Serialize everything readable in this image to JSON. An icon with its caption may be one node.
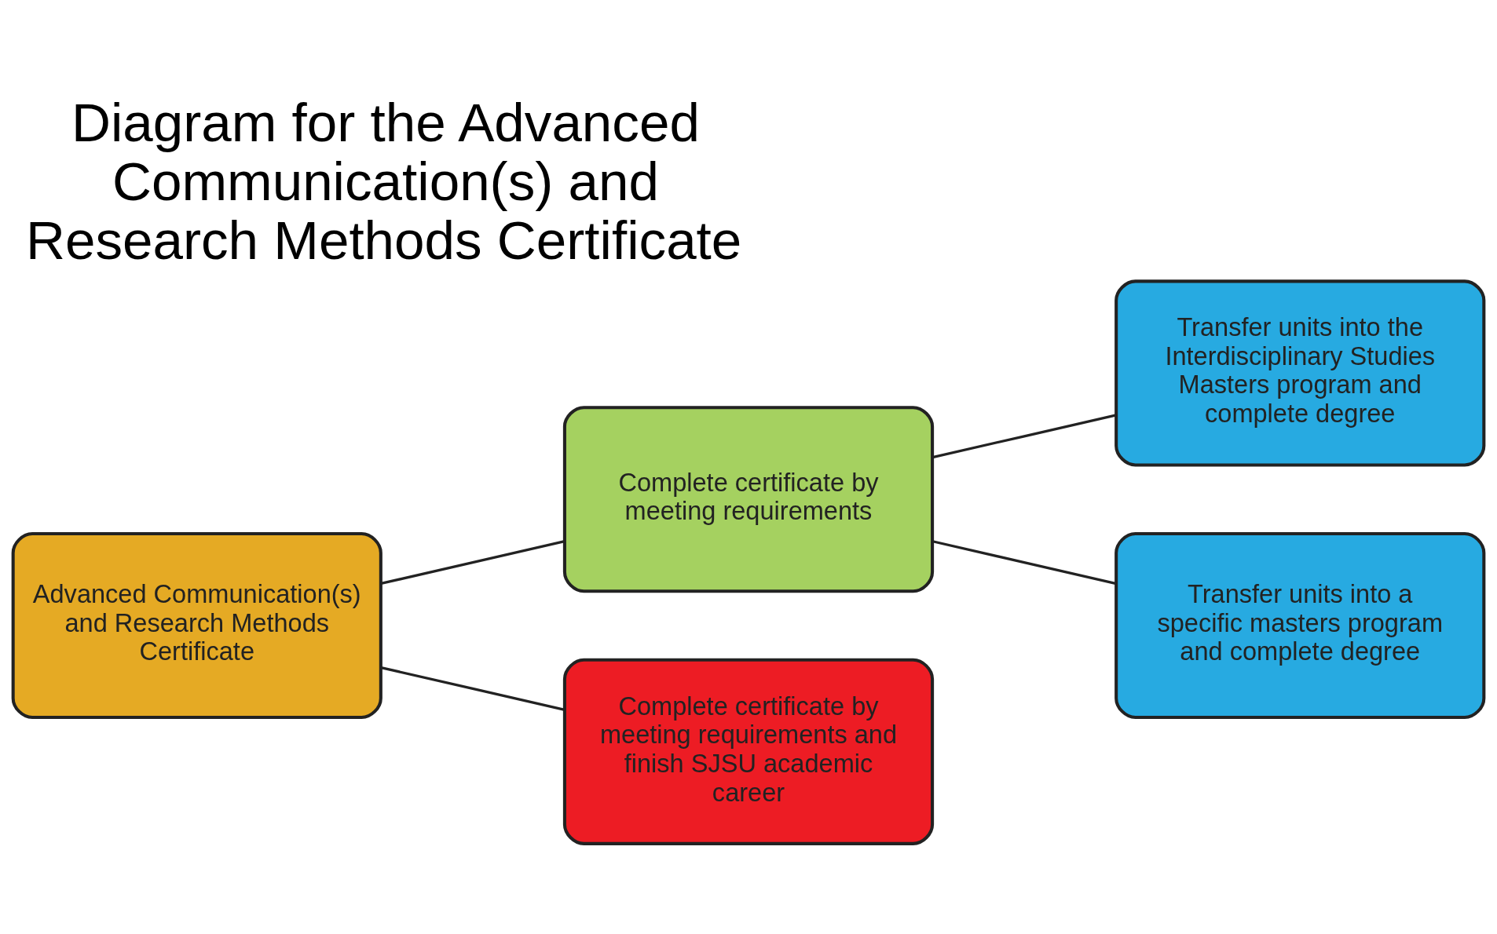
{
  "diagram": {
    "title": "Diagram for the Advanced Communication(s) and Research Methods Certificate",
    "nodes": [
      {
        "text": [
          "Advanced Communication(s) and Research Methods Certificate"
        ]
      },
      {
        "text": [
          "Complete certificate by meeting requirements"
        ]
      },
      {
        "text": [
          "Complete certificate by meeting requirements and finish SJSU academic career"
        ]
      },
      {
        "text": [
          "Transfer units into the Interdisciplinary Studies Masters program and complete degree"
        ]
      },
      {
        "text": [
          "Transfer units into a specific masters program and complete degree"
        ]
      }
    ],
    "edges": [
      {
        "from": 0,
        "to": 1,
        "arrow": "none"
      },
      {
        "from": 0,
        "to": 2,
        "arrow": "none"
      },
      {
        "from": 1,
        "to": 3,
        "arrow": "none"
      },
      {
        "from": 1,
        "to": 4,
        "arrow": "none"
      }
    ]
  }
}
